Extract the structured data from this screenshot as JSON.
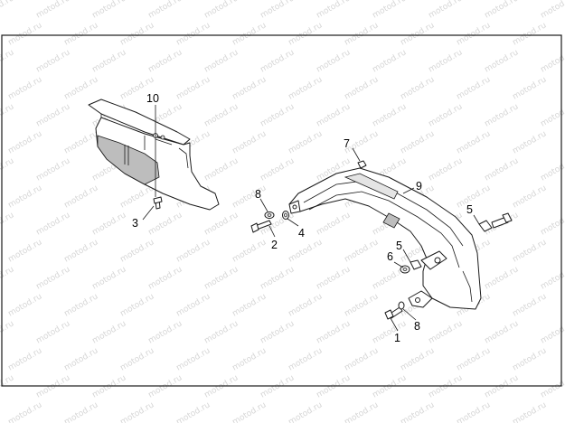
{
  "watermark": {
    "text": "motod.ru"
  },
  "callouts": {
    "c10": "10",
    "c3": "3",
    "c8a": "8",
    "c2": "2",
    "c4": "4",
    "c7": "7",
    "c9": "9",
    "c5a": "5",
    "c5b": "5",
    "c6": "6",
    "c1": "1",
    "c8b": "8"
  },
  "colors": {
    "line": "#1a1a1a",
    "shade": "#bdbdbd",
    "background": "#ffffff",
    "watermark": "#d6d6d6"
  }
}
